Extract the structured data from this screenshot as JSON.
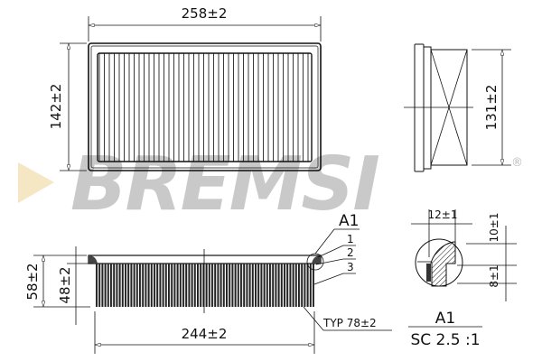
{
  "drawing": {
    "brand": "BREMSI",
    "brand_mark": "®",
    "colors": {
      "line": "#111111",
      "logo_gray": "#c9c9c9",
      "logo_triangle": "#f5e6c4",
      "background": "#ffffff"
    },
    "top_view": {
      "width_label": "258±2",
      "height_label": "142±2"
    },
    "side_view": {
      "height_label": "131±2"
    },
    "front_view": {
      "total_height_label": "58±2",
      "pleat_height_label": "48±2",
      "length_label": "244±2",
      "pleat_count_label": "TYP 78±2",
      "detail_ref": "A1",
      "callouts": [
        "1",
        "2",
        "3"
      ]
    },
    "detail_view": {
      "width_label": "12±1",
      "upper_height_label": "10±1",
      "lower_height_label": "8±1",
      "title": "A1",
      "scale_label": "SC 2.5 :1"
    }
  }
}
